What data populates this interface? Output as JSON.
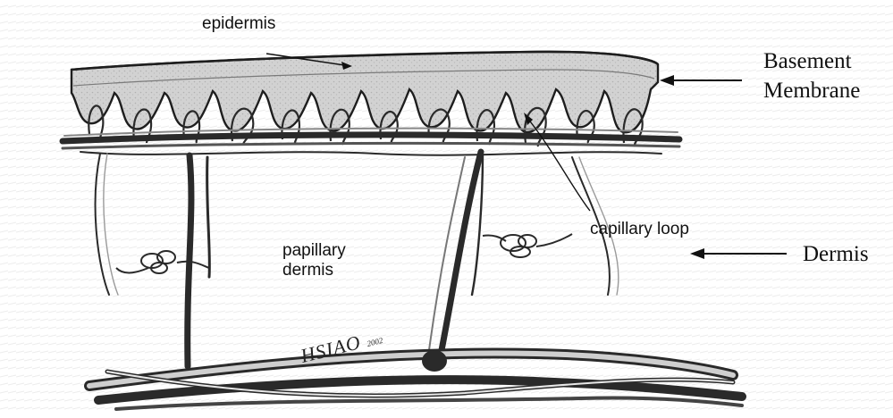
{
  "labels": {
    "epidermis": "epidermis",
    "basement_membrane_line1": "Basement",
    "basement_membrane_line2": "Membrane",
    "capillary_loop": "capillary loop",
    "papillary_line1": "papillary",
    "papillary_line2": "dermis",
    "dermis": "Dermis"
  },
  "signature": {
    "name": "HSIAO",
    "year": "2002"
  },
  "colors": {
    "skin_fill": "#cfcfcf",
    "vessel_dark": "#2a2a2a",
    "ink": "#111111",
    "background": "#ffffff"
  }
}
